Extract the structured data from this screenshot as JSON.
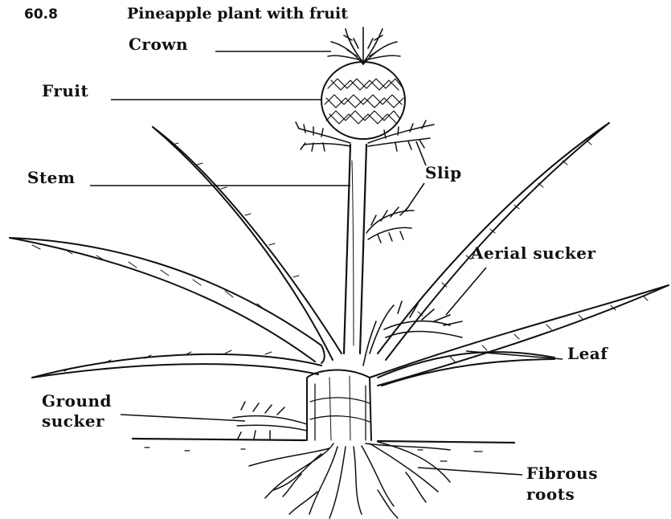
{
  "figure": {
    "number": "60.8",
    "title": "Pineapple plant with fruit"
  },
  "labels": {
    "crown": "Crown",
    "fruit": "Fruit",
    "stem": "Stem",
    "slip": "Slip",
    "aerial_sucker": "Aerial sucker",
    "leaf": "Leaf",
    "ground_sucker_line1": "Ground",
    "ground_sucker_line2": "sucker",
    "fibrous_roots_line1": "Fibrous",
    "fibrous_roots_line2": "roots"
  },
  "colors": {
    "ink": "#111111",
    "background": "#ffffff"
  }
}
